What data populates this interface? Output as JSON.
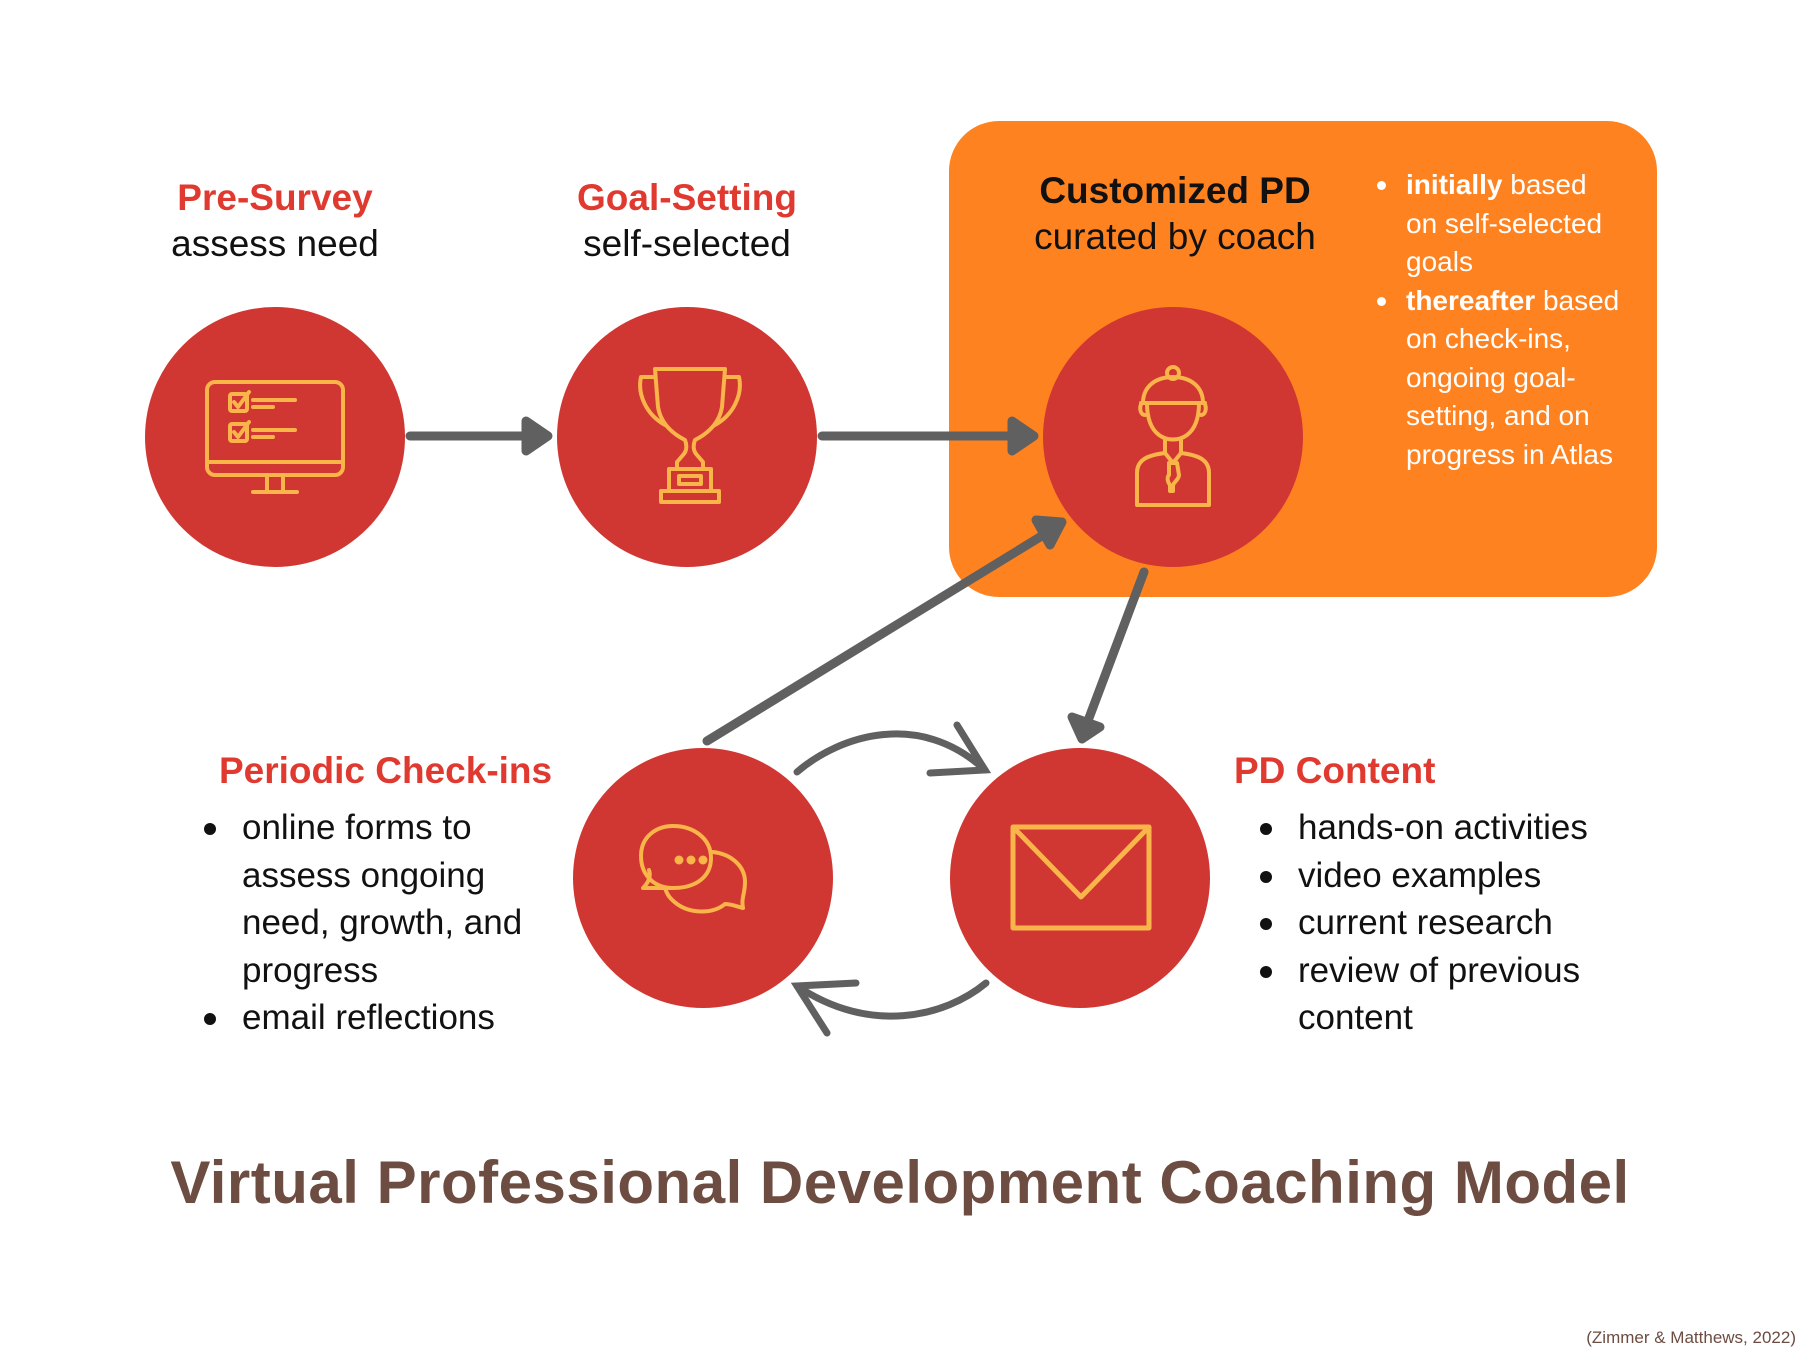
{
  "colors": {
    "accent_red": "#e03a30",
    "circle_fill": "#d13732",
    "icon_stroke": "#f9b44a",
    "highlight_box": "#ff8220",
    "arrow": "#606060",
    "title": "#6d4c41"
  },
  "steps": {
    "pre_survey": {
      "heading": "Pre-Survey",
      "subheading": "assess need",
      "icon": "monitor-checklist-icon"
    },
    "goal_setting": {
      "heading": "Goal-Setting",
      "subheading": "self-selected",
      "icon": "trophy-icon"
    },
    "customized_pd": {
      "heading": "Customized PD",
      "subheading": "curated by coach",
      "icon": "coach-icon",
      "notes": [
        {
          "bold": "initially",
          "text": " based on self-selected goals"
        },
        {
          "bold": "thereafter",
          "text": " based on check-ins, ongoing goal-setting, and on progress in Atlas"
        }
      ]
    },
    "periodic_checkins": {
      "heading": "Periodic Check-ins",
      "icon": "chat-bubbles-icon",
      "items": [
        "online forms to assess ongoing need, growth, and progress",
        "email reflections"
      ]
    },
    "pd_content": {
      "heading": "PD Content",
      "icon": "envelope-icon",
      "items": [
        "hands-on activities",
        "video examples",
        "current research",
        "review of previous content"
      ]
    }
  },
  "title": "Virtual Professional Development Coaching Model",
  "citation": "(Zimmer & Matthews, 2022)"
}
